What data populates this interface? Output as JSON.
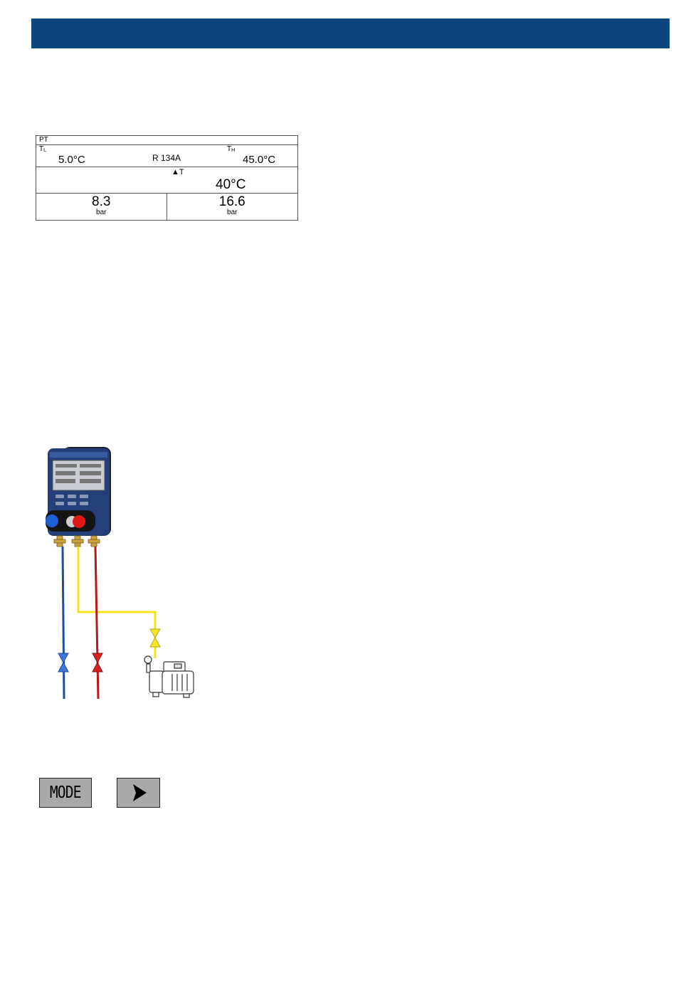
{
  "header": {
    "color": "#0b4680"
  },
  "pt_display": {
    "mode_label": "PT",
    "tl_label": "T",
    "tl_sub": "L",
    "th_label": "T",
    "th_sub": "H",
    "tl_value": "5.0°C",
    "refrigerant": "R 134A",
    "th_value": "45.0°C",
    "delta_label": "▲T",
    "delta_value": "40°C",
    "low_pressure": "8.3",
    "low_unit": "bar",
    "high_pressure": "16.6",
    "high_unit": "bar"
  },
  "diagram": {
    "low_hose_color": "#1f4f9c",
    "high_hose_color": "#b01c1c",
    "service_hose_color": "#f2e21a",
    "icons": [
      "manifold-gauge-icon",
      "vacuum-pump-icon",
      "valve-icon"
    ]
  },
  "keys": {
    "mode_label": "MODE",
    "next_icon": "right-arrow-icon"
  }
}
